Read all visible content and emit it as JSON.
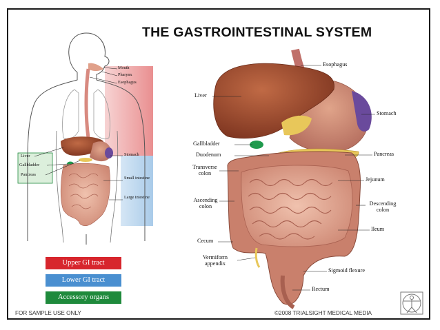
{
  "title": "THE GASTROINTESTINAL SYSTEM",
  "colors": {
    "upper": "#d7262d",
    "lower": "#4a8fd0",
    "accessory": "#1f8a3c",
    "liver": "#9c4a2e",
    "stomach": "#c9836a",
    "intestine": "#e2a892",
    "gallbladder": "#1f9a4d",
    "pancreas": "#e8c75a",
    "spleen": "#6a4a9c"
  },
  "small_figure": {
    "labels_right": [
      "Mouth",
      "Pharynx",
      "Esophagus",
      "Stomach",
      "Small intestine",
      "Large intestine"
    ],
    "labels_left": [
      "Liver",
      "Gallbladder",
      "Pancreas"
    ]
  },
  "large_figure": {
    "labels": {
      "esophagus": "Esophagus",
      "liver": "Liver",
      "stomach": "Stomach",
      "gallbladder": "Gallbladder",
      "duodenum": "Duodenum",
      "pancreas": "Pancreas",
      "transverse_colon": "Transverse colon",
      "jejunum": "Jejunum",
      "ascending_colon": "Ascending colon",
      "descending_colon": "Descending colon",
      "ileum": "Ileum",
      "cecum": "Cecum",
      "vermiform_appendix": "Vermiform appendix",
      "sigmoid_flexure": "Sigmoid flexure",
      "rectum": "Rectum"
    }
  },
  "legend": [
    {
      "label": "Upper GI tract"
    },
    {
      "label": "Lower GI tract"
    },
    {
      "label": "Accessory organs"
    }
  ],
  "footer": {
    "left": "FOR SAMPLE USE ONLY",
    "right": "©2008 TRIALSIGHT MEDICAL MEDIA"
  }
}
